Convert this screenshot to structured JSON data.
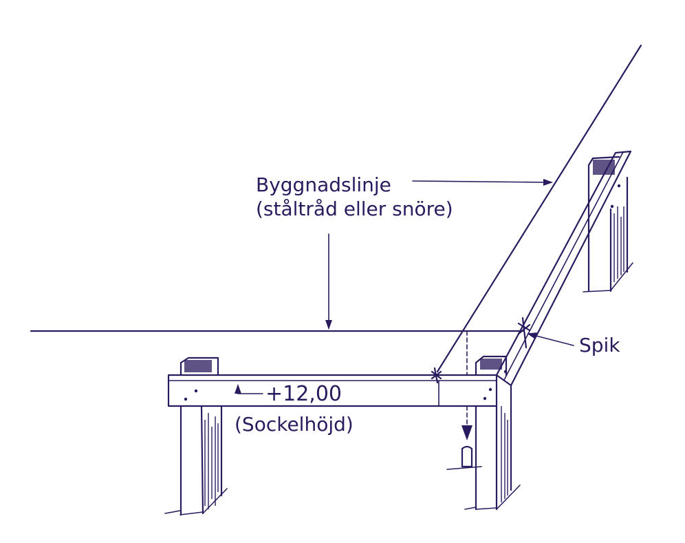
{
  "labels": {
    "building_line": "Byggnadslinje",
    "building_line_note": "(ståltråd eller snöre)",
    "nail": "Spik",
    "height_value": "+12,00",
    "plinth_height": "(Sockelhöjd)"
  },
  "colors": {
    "ink": "#2a1a5e",
    "background": "#ffffff"
  }
}
